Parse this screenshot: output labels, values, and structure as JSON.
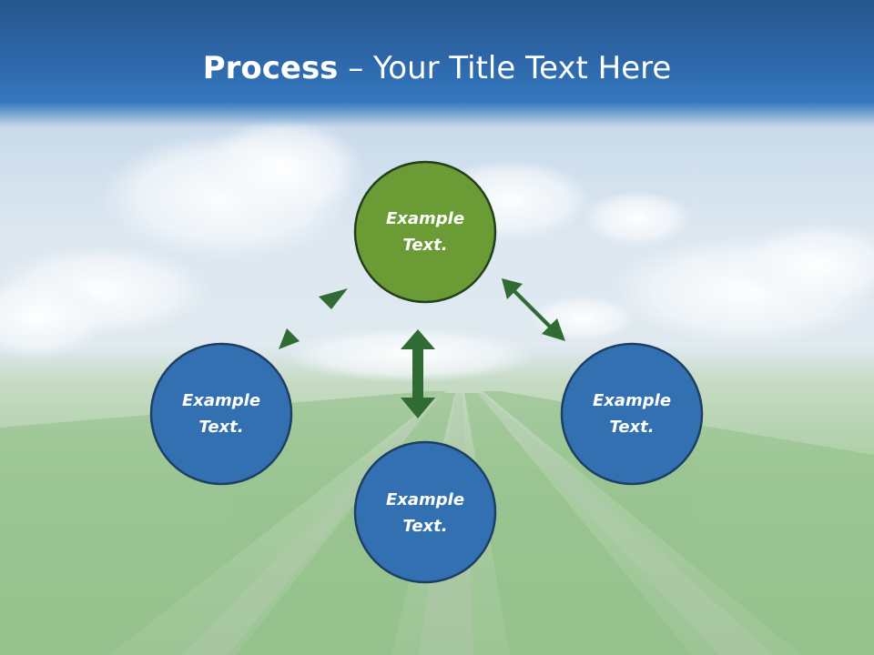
{
  "slide": {
    "title_bold": "Process",
    "title_rest": " – Your Title Text Here"
  },
  "colors": {
    "title_band": "#2d66a8",
    "node_top": "#6a9b34",
    "node_top_stroke": "#21401c",
    "node_blue": "#3370b1",
    "node_blue_stroke": "#1d3f66",
    "arrow": "#2f6b33",
    "text": "#ffffff"
  },
  "nodes": [
    {
      "id": "top",
      "label": "Example\nText.",
      "line1": "Example",
      "line2": "Text."
    },
    {
      "id": "left",
      "label": "Example\nText.",
      "line1": "Example",
      "line2": "Text."
    },
    {
      "id": "bottom",
      "label": "Example\nText.",
      "line1": "Example",
      "line2": "Text."
    },
    {
      "id": "right",
      "label": "Example\nText.",
      "line1": "Example",
      "line2": "Text."
    }
  ],
  "arrows": [
    {
      "from": "top",
      "to": "left",
      "type": "double-headed"
    },
    {
      "from": "top",
      "to": "bottom",
      "type": "double-headed"
    },
    {
      "from": "top",
      "to": "right",
      "type": "double-headed"
    }
  ]
}
